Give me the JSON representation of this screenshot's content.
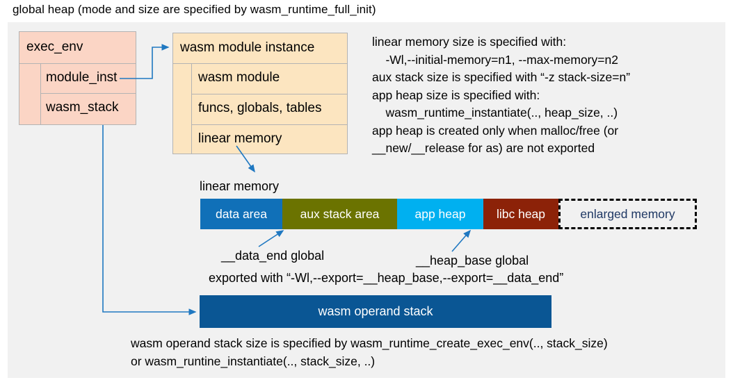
{
  "title": "global heap (mode and size are specified by wasm_runtime_full_init)",
  "colors": {
    "panel_bg": "#f1f1f1",
    "exec_env_fill": "#fbd5c5",
    "module_fill": "#fce5c0",
    "box_border": "#b3b3b3",
    "connector": "#1f78c1",
    "data_area": "#1070b8",
    "aux_stack_area": "#6b7300",
    "app_heap": "#00b0f0",
    "libc_heap": "#8c2208",
    "enlarged_memory_border": "#000000",
    "enlarged_memory_text": "#1f3864",
    "operand_stack": "#0a5694"
  },
  "exec_env": {
    "header": "exec_env",
    "rows": [
      {
        "label": "module_inst"
      },
      {
        "label": "wasm_stack"
      }
    ]
  },
  "module_instance": {
    "header": "wasm module instance",
    "rows": [
      {
        "label": "wasm module"
      },
      {
        "label": "funcs, globals, tables"
      },
      {
        "label": "linear memory"
      }
    ]
  },
  "notes": "linear memory size is specified with:\n    -Wl,--initial-memory=n1, --max-memory=n2\naux stack size is specified with “-z stack-size=n”\napp heap size is specified with:\n    wasm_runtime_instantiate(.., heap_size, ..)\napp heap is created only when malloc/free (or\n__new/__release for as) are not exported",
  "linear_memory": {
    "caption": "linear memory",
    "segments": [
      {
        "label": "data area",
        "color": "#1070b8",
        "width": 118
      },
      {
        "label": "aux stack area",
        "color": "#6b7300",
        "width": 165
      },
      {
        "label": "app heap",
        "color": "#00b0f0",
        "width": 124
      },
      {
        "label": "libc heap",
        "color": "#8c2208",
        "width": 108
      },
      {
        "label": "enlarged memory",
        "color": "#f1f1f1",
        "width": 199
      }
    ]
  },
  "annotations": {
    "data_end": "__data_end global",
    "heap_base": "__heap_base global",
    "exported_with": "exported with “-Wl,--export=__heap_base,--export=__data_end”"
  },
  "operand_stack": {
    "label": "wasm operand stack",
    "note": "wasm operand stack size is specified by wasm_runtime_create_exec_env(.., stack_size)\nor wasm_runtine_instantiate(.., stack_size, ..)"
  }
}
